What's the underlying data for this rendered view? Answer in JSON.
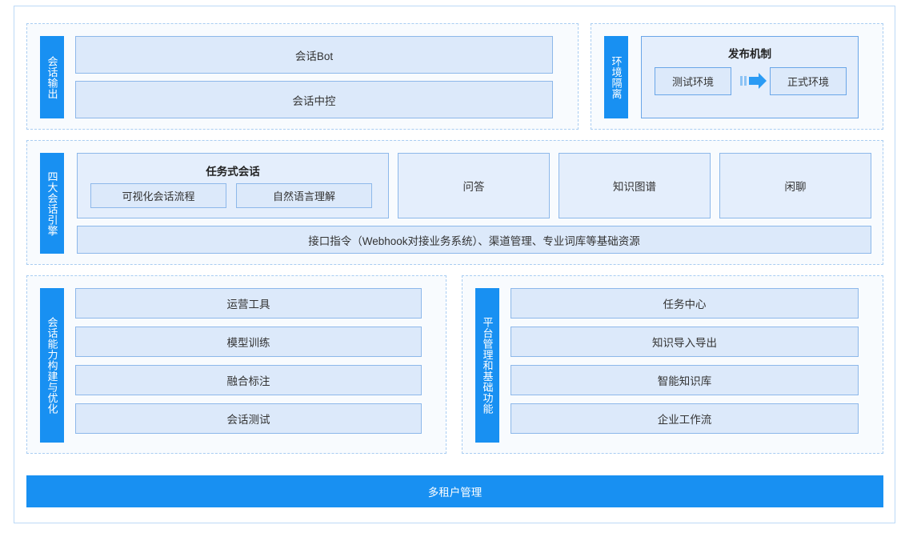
{
  "diagram": {
    "colors": {
      "brand_blue": "#1890f2",
      "card_fill": "#dce9fa",
      "card_border": "#8db8ea",
      "group_border": "#a9cdf2",
      "group_fill": "#f8fbfe",
      "frame_border": "#bcd9f7"
    },
    "groups": {
      "conversation_output": {
        "label": "会话输出",
        "items": [
          {
            "label": "会话Bot"
          },
          {
            "label": "会话中控"
          }
        ]
      },
      "environment_isolation": {
        "label": "环境隔离",
        "panel_title": "发布机制",
        "source_env": "测试环境",
        "target_env": "正式环境",
        "arrow_icon": "arrow-right-icon"
      },
      "four_engines": {
        "label": "四大会话引擎",
        "engines": [
          {
            "title": "任务式会话",
            "subitems": [
              {
                "label": "可视化会话流程"
              },
              {
                "label": "自然语言理解"
              }
            ]
          },
          {
            "title": "问答",
            "subitems": []
          },
          {
            "title": "知识图谱",
            "subitems": []
          },
          {
            "title": "闲聊",
            "subitems": []
          }
        ],
        "base_resources": "接口指令（Webhook对接业务系统）、渠道管理、专业词库等基础资源"
      },
      "capability_build": {
        "label": "会话能力构建与优化",
        "items": [
          {
            "label": "运营工具"
          },
          {
            "label": "模型训练"
          },
          {
            "label": "融合标注"
          },
          {
            "label": "会话测试"
          }
        ]
      },
      "platform_management": {
        "label": "平台管理和基础功能",
        "items": [
          {
            "label": "任务中心"
          },
          {
            "label": "知识导入导出"
          },
          {
            "label": "智能知识库"
          },
          {
            "label": "企业工作流"
          }
        ]
      }
    },
    "footer": {
      "label": "多租户管理"
    }
  }
}
